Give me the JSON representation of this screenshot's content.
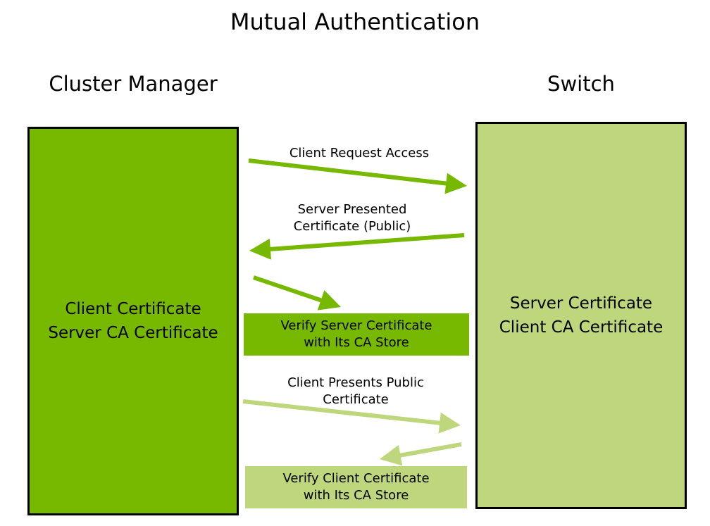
{
  "title": "Mutual Authentication",
  "colors": {
    "dark_green": "#76b900",
    "light_green": "#bed77c",
    "border": "#000000"
  },
  "cluster_manager": {
    "header": "Cluster Manager",
    "lines": [
      "Client Certificate",
      "Server CA Certificate"
    ]
  },
  "switch": {
    "header": "Switch",
    "lines": [
      "Server Certificate",
      "Client CA Certificate"
    ]
  },
  "steps": [
    {
      "label_lines": [
        "Client Request Access"
      ],
      "direction": "to-switch",
      "color": "dark"
    },
    {
      "label_lines": [
        "Server Presented",
        "Certificate (Public)"
      ],
      "direction": "to-cluster-manager",
      "color": "dark"
    },
    {
      "label_lines": [],
      "direction": "to-verify-server",
      "color": "dark"
    },
    {
      "label_lines": [
        "Client Presents Public",
        "Certificate"
      ],
      "direction": "to-switch",
      "color": "light"
    },
    {
      "label_lines": [],
      "direction": "to-verify-client",
      "color": "light"
    }
  ],
  "verify_server": {
    "lines": [
      "Verify Server Certificate",
      "with Its CA Store"
    ]
  },
  "verify_client": {
    "lines": [
      "Verify Client Certificate",
      "with Its CA Store"
    ]
  }
}
